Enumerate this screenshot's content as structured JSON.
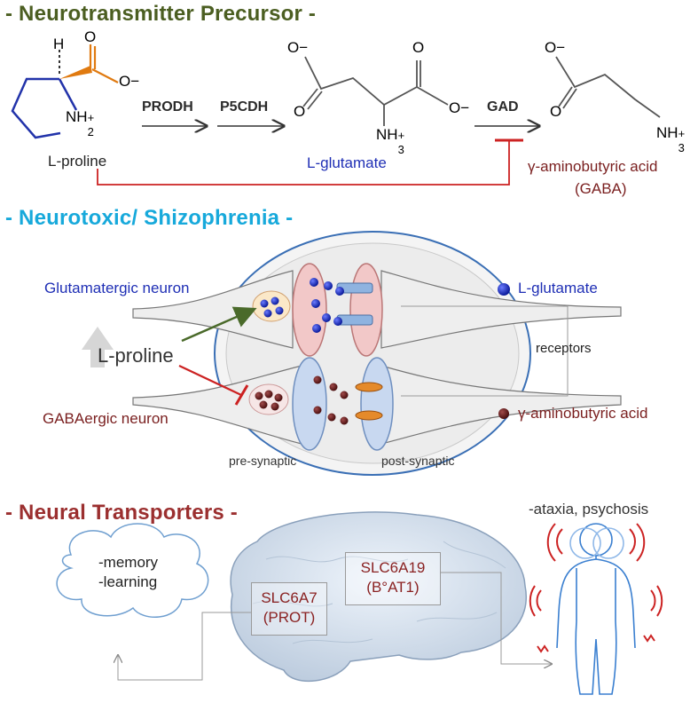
{
  "sections": {
    "precursor": "- Neurotransmitter Precursor -",
    "neurotoxic": "- Neurotoxic/ Shizophrenia -",
    "transporters": "- Neural Transporters -"
  },
  "pathway": {
    "proline": "L-proline",
    "enzyme1": "PRODH",
    "enzyme2": "P5CDH",
    "glutamate": "L-glutamate",
    "enzyme3": "GAD",
    "gaba_line1": "γ-aminobutyric acid",
    "gaba_line2": "(GABA)"
  },
  "molecules": {
    "h": "H",
    "o_minus": "O−",
    "o": "O",
    "nh2_main": "NH",
    "nh2_super": "+",
    "nh2_sub": "2",
    "nh3_main": "NH",
    "nh3_super": "+",
    "nh3_sub": "3"
  },
  "synapse": {
    "glut_neuron": "Glutamatergic neuron",
    "gaba_neuron": "GABAergic neuron",
    "proline": "L-proline",
    "legend_glut": "L-glutamate",
    "legend_gaba": "γ-aminobutyric acid",
    "receptors": "receptors",
    "pre": "pre-synaptic",
    "post": "post-synaptic"
  },
  "transport": {
    "symptoms": "-ataxia, psychosis",
    "memory": "-memory",
    "learning": "-learning",
    "prot_line1": "SLC6A7",
    "prot_line2": "(PROT)",
    "bat_line1": "SLC6A19",
    "bat_line2": "(B°AT1)"
  },
  "colors": {
    "olive": "#4b5e21",
    "cyan": "#17a9db",
    "maroon": "#9b2f2f",
    "blue": "#1f2fb5",
    "orange": "#e07a10",
    "red": "#cc2222"
  }
}
